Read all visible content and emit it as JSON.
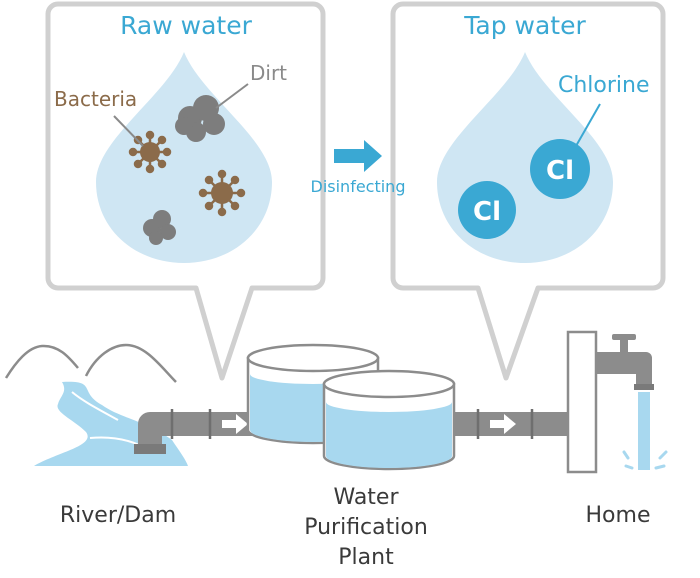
{
  "raw_box": {
    "title": "Raw water",
    "dirt_label": "Dirt",
    "bacteria_label": "Bacteria"
  },
  "tap_box": {
    "title": "Tap water",
    "chlorine_label": "Chlorine",
    "ion_symbol": "Cl"
  },
  "process": {
    "label": "Disinfecting"
  },
  "places": {
    "source": "River/Dam",
    "plant_line1": "Water",
    "plant_line2": "Purification",
    "plant_line3": "Plant",
    "home": "Home"
  },
  "colors": {
    "accent": "#3aa8d3",
    "drop": "#cfe6f3",
    "water": "#a8d8ef",
    "frame": "#d0d0d0",
    "pipe": "#8c8c8c",
    "bacteria": "#8b6b4a",
    "dirt": "#7d7d7d"
  }
}
